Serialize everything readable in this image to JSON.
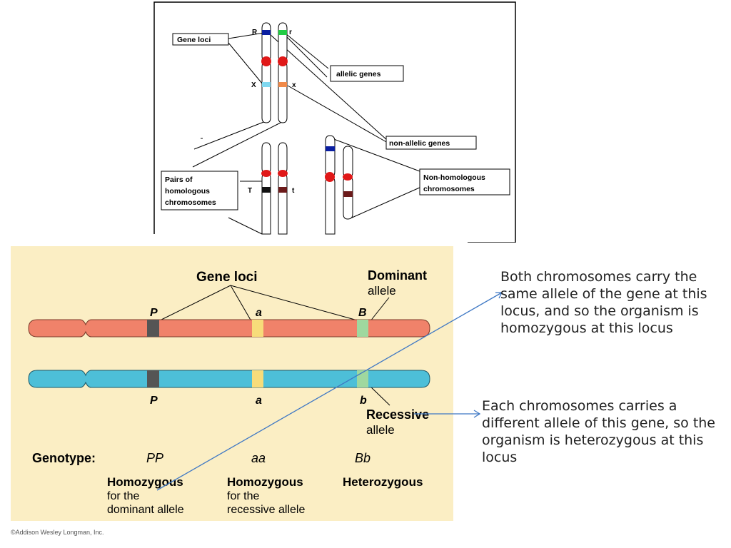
{
  "top_diagram": {
    "labels": {
      "gene_loci": "Gene loci",
      "allelic_genes": "allelic genes",
      "non_allelic_genes": "non-allelic genes",
      "pairs_homologous": [
        "Pairs of",
        "homologous",
        "chromosomes"
      ],
      "non_homologous": [
        "Non-homologous",
        "chromosomes"
      ]
    },
    "allele_letters": {
      "R": "R",
      "r": "r",
      "X": "X",
      "x": "x",
      "T": "T",
      "t": "t"
    },
    "colors": {
      "R": "#0a1ea0",
      "r": "#22cc44",
      "X": "#7fd8f0",
      "x": "#f08a4a",
      "T": "#111111",
      "t": "#6b1a1a",
      "centromere": "#e01818",
      "nonhom_dark": "#6b1a1a",
      "nonhom_blue": "#0a1ea0"
    }
  },
  "bottom_diagram": {
    "gene_loci_label": "Gene loci",
    "dominant_label": [
      "Dominant",
      "allele"
    ],
    "recessive_label": [
      "Recessive",
      "allele"
    ],
    "top_alleles": [
      "P",
      "a",
      "B"
    ],
    "bottom_alleles": [
      "P",
      "a",
      "b"
    ],
    "genotype_label": "Genotype:",
    "genotypes": [
      "PP",
      "aa",
      "Bb"
    ],
    "descriptions": [
      [
        "Homozygous",
        "for the",
        "dominant allele"
      ],
      [
        "Homozygous",
        "for the",
        "recessive allele"
      ],
      [
        "Heterozygous"
      ]
    ],
    "colors": {
      "background": "#fbeec4",
      "top_chromosome": "#f0826a",
      "bottom_chromosome": "#4dbfd8",
      "locus_P": "#555555",
      "locus_a": "#f7dc7a",
      "locus_B": "#9fd89f",
      "arrow": "#3f78c4"
    }
  },
  "notes": {
    "homozygous": "Both chromosomes carry the same allele of the gene at this locus, and so the organism is homozygous at this locus",
    "heterozygous": "Each chromosomes carries a different allele of this gene, so the organism is heterozygous at this locus"
  },
  "copyright": "©Addison Wesley Longman, Inc."
}
